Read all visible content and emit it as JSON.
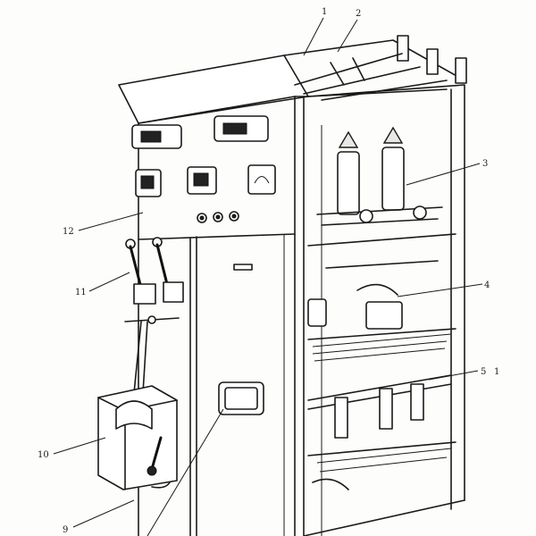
{
  "diagram": {
    "labels": [
      {
        "id": "1",
        "text": "1"
      },
      {
        "id": "2",
        "text": "2"
      },
      {
        "id": "3",
        "text": "3"
      },
      {
        "id": "4",
        "text": "4"
      },
      {
        "id": "5",
        "text": "5"
      },
      {
        "id": "5b",
        "text": "1"
      },
      {
        "id": "9",
        "text": "9"
      },
      {
        "id": "10",
        "text": "10"
      },
      {
        "id": "11",
        "text": "11"
      },
      {
        "id": "12",
        "text": "12"
      }
    ]
  }
}
